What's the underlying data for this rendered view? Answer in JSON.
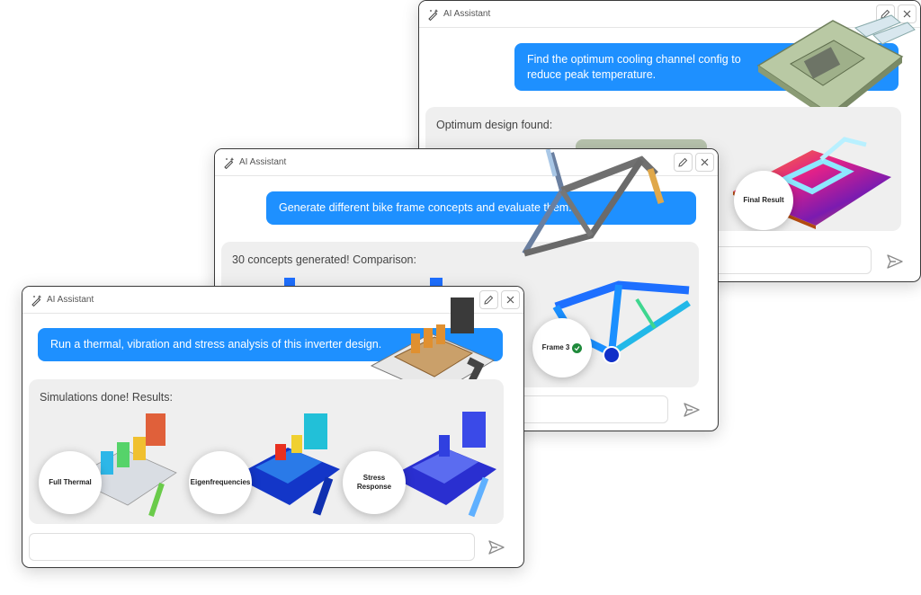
{
  "windows": {
    "back": {
      "title": "AI Assistant",
      "user_message": "Find the optimum cooling channel config to reduce peak temperature.",
      "reply_text": "Optimum design found:",
      "result_labels": [
        "Final Result"
      ],
      "input_placeholder": ""
    },
    "mid": {
      "title": "AI Assistant",
      "user_message": "Generate different bike frame concepts and evaluate them.",
      "reply_text": "30 concepts generated! Comparison:",
      "result_labels": [
        "Frame 3"
      ],
      "input_placeholder": ""
    },
    "front": {
      "title": "AI Assistant",
      "user_message": "Run a thermal, vibration and stress analysis of this inverter design.",
      "reply_text": "Simulations done! Results:",
      "result_labels": [
        "Full Thermal",
        "Eigenfrequencies",
        "Stress Response"
      ],
      "input_placeholder": ""
    }
  },
  "icons": {
    "title": "sparkle-pen-icon",
    "edit": "edit-icon",
    "close": "close-icon",
    "send": "send-icon",
    "check": "check-circle-icon"
  },
  "colors": {
    "accent": "#1e90ff",
    "card": "#efefef",
    "check": "#1f8a3b"
  }
}
